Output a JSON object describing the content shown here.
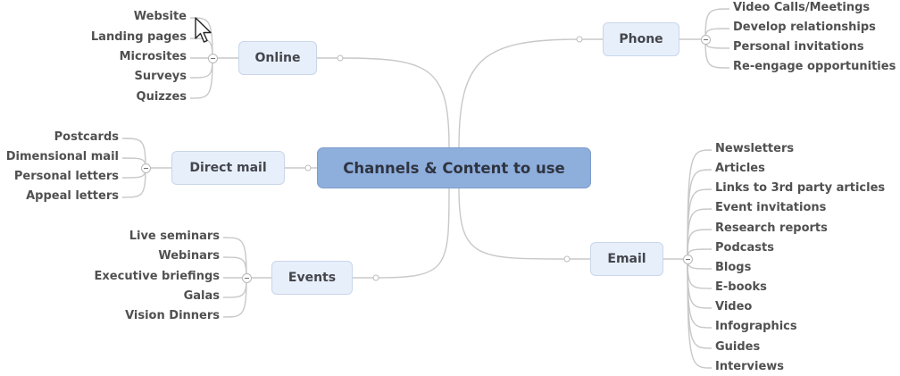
{
  "mindmap": {
    "central": {
      "label": "Channels & Content to use"
    },
    "branches": [
      {
        "id": "online",
        "label": "Online",
        "side": "left",
        "children": [
          "Website",
          "Landing pages",
          "Microsites",
          "Surveys",
          "Quizzes"
        ]
      },
      {
        "id": "direct-mail",
        "label": "Direct mail",
        "side": "left",
        "children": [
          "Postcards",
          "Dimensional mail",
          "Personal letters",
          "Appeal letters"
        ]
      },
      {
        "id": "events",
        "label": "Events",
        "side": "left",
        "children": [
          "Live seminars",
          "Webinars",
          "Executive briefings",
          "Galas",
          "Vision Dinners"
        ]
      },
      {
        "id": "phone",
        "label": "Phone",
        "side": "right",
        "children": [
          "Video Calls/Meetings",
          "Develop relationships",
          "Personal invitations",
          "Re-engage opportunities"
        ]
      },
      {
        "id": "email",
        "label": "Email",
        "side": "right",
        "children": [
          "Newsletters",
          "Articles",
          "Links to 3rd party articles",
          "Event invitations",
          "Research reports",
          "Podcasts",
          "Blogs",
          "E-books",
          "Video",
          "Infographics",
          "Guides",
          "Interviews"
        ]
      }
    ],
    "colors": {
      "central_fill": "#8eaedc",
      "topic_fill": "#e7effb",
      "connector": "#c8c8c8",
      "text": "#505050"
    }
  },
  "cursor": {
    "icon": "arrow-pointer-icon"
  }
}
